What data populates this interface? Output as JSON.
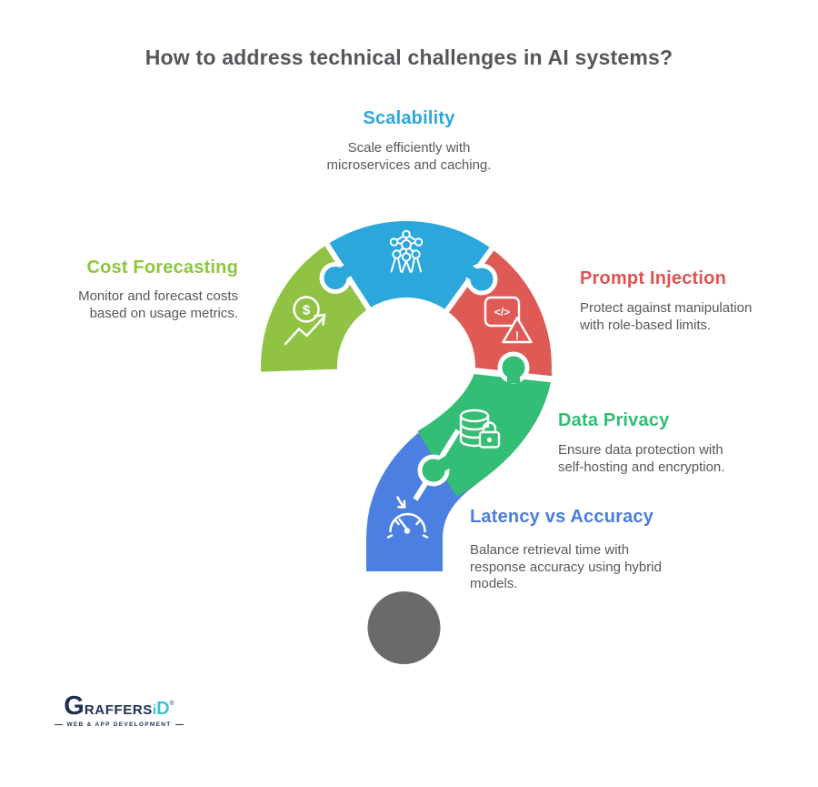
{
  "title": "How to address technical challenges in AI systems?",
  "sections": {
    "scalability": {
      "heading": "Scalability",
      "lines": [
        "Scale efficiently with",
        "microservices and caching."
      ],
      "color": "#29A9DF",
      "icon": "network-nodes-icon"
    },
    "cost_forecasting": {
      "heading": "Cost Forecasting",
      "lines": [
        "Monitor and forecast costs",
        "based on usage metrics."
      ],
      "color": "#8CC63F",
      "icon": "dollar-trend-icon"
    },
    "prompt_injection": {
      "heading": "Prompt Injection",
      "lines": [
        "Protect against manipulation",
        "with role-based limits."
      ],
      "color": "#E05252",
      "icon": "code-warning-icon"
    },
    "data_privacy": {
      "heading": "Data Privacy",
      "lines": [
        "Ensure data protection with",
        "self-hosting and encryption."
      ],
      "color": "#2FBE76",
      "icon": "database-lock-icon"
    },
    "latency_vs_accuracy": {
      "heading": "Latency vs Accuracy",
      "lines": [
        "Balance retrieval time with",
        "response accuracy using hybrid",
        "models."
      ],
      "color": "#4A7CDF",
      "icon": "speedometer-icon"
    }
  },
  "puzzle_colors": {
    "lime": "#90C244",
    "cyan": "#2CA7DC",
    "red": "#DF5A55",
    "green": "#33BD75",
    "blue": "#4C7FE2",
    "dot_gray": "#6A6A6A"
  },
  "glyphs": {
    "dollar": "$",
    "code": "</>",
    "exclamation": "!"
  },
  "logo": {
    "brand_g": "G",
    "brand_raffers": "RAFFERS",
    "brand_i": "i",
    "brand_d": "D",
    "registered": "®",
    "tagline": "WEB & APP DEVELOPMENT"
  }
}
